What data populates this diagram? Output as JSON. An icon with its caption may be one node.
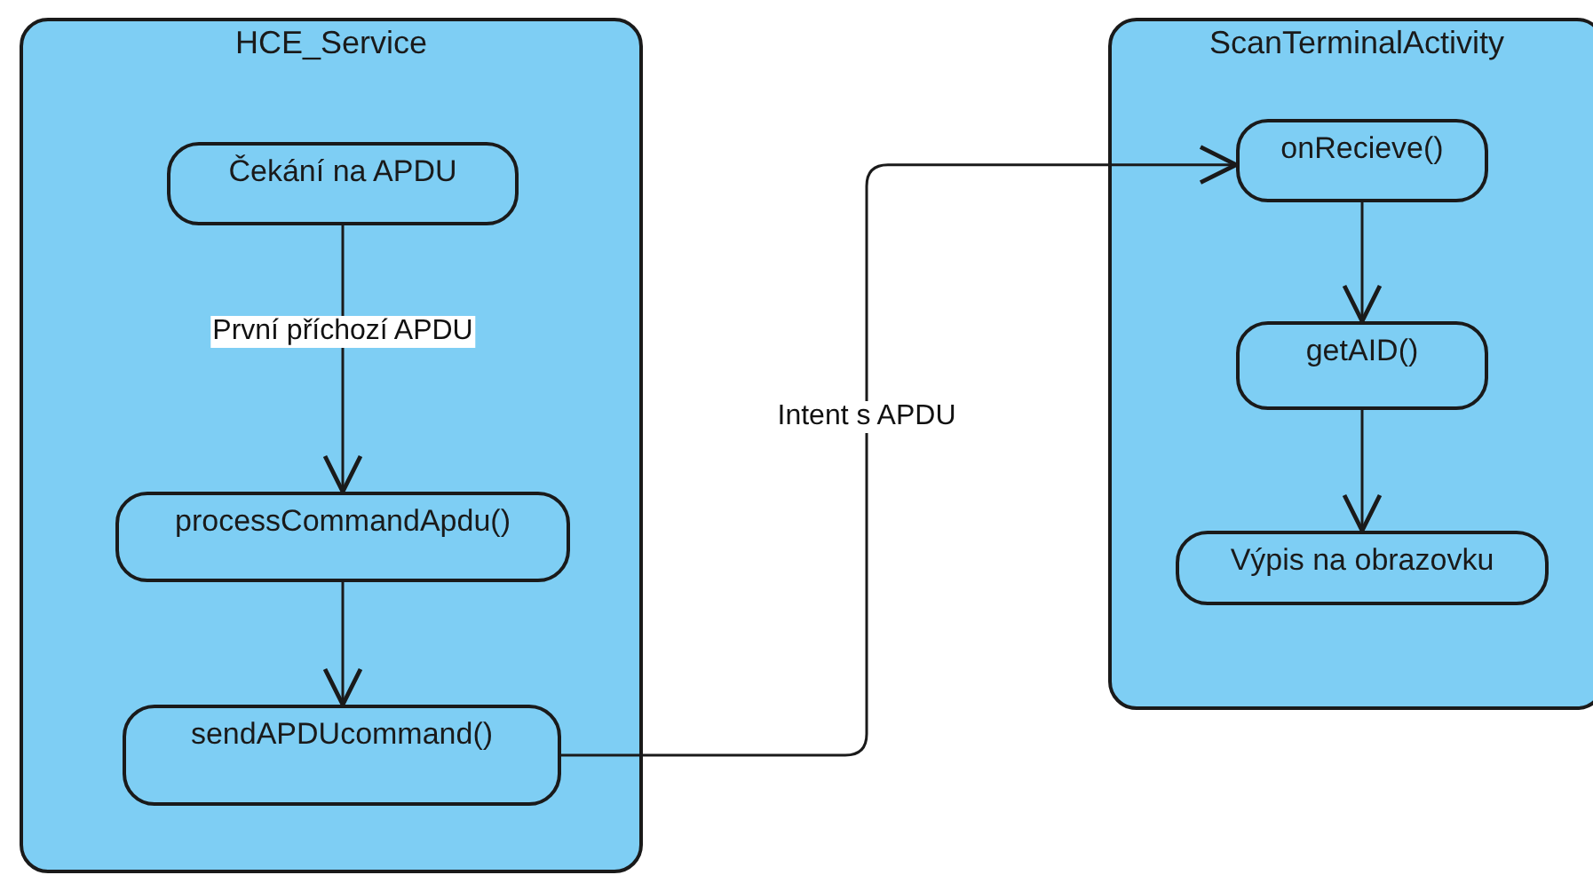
{
  "diagram": {
    "nodes": [
      {
        "text": [
          "HCE_Service"
        ]
      },
      {
        "text": [
          "Čekání na APDU"
        ],
        "in": 0
      },
      {
        "text": [
          "processCommandApdu()"
        ],
        "in": 0
      },
      {
        "text": [
          "sendAPDUcommand()"
        ],
        "in": 0
      },
      {
        "text": [
          "ScanTerminalActivity"
        ]
      },
      {
        "text": [
          "onRecieve()"
        ],
        "in": 4
      },
      {
        "text": [
          "getAID()"
        ],
        "in": 4
      },
      {
        "text": [
          "Výpis na obrazovku"
        ],
        "in": 4
      }
    ],
    "edges": [
      {
        "from": 1,
        "to": 2,
        "label": "První příchozí APDU",
        "arrow": "to"
      },
      {
        "from": 2,
        "to": 3,
        "arrow": "to"
      },
      {
        "from": 3,
        "to": 5,
        "label": "Intent s APDU",
        "arrow": "to"
      },
      {
        "from": 5,
        "to": 6,
        "arrow": "to"
      },
      {
        "from": 6,
        "to": 7,
        "arrow": "to"
      }
    ]
  }
}
